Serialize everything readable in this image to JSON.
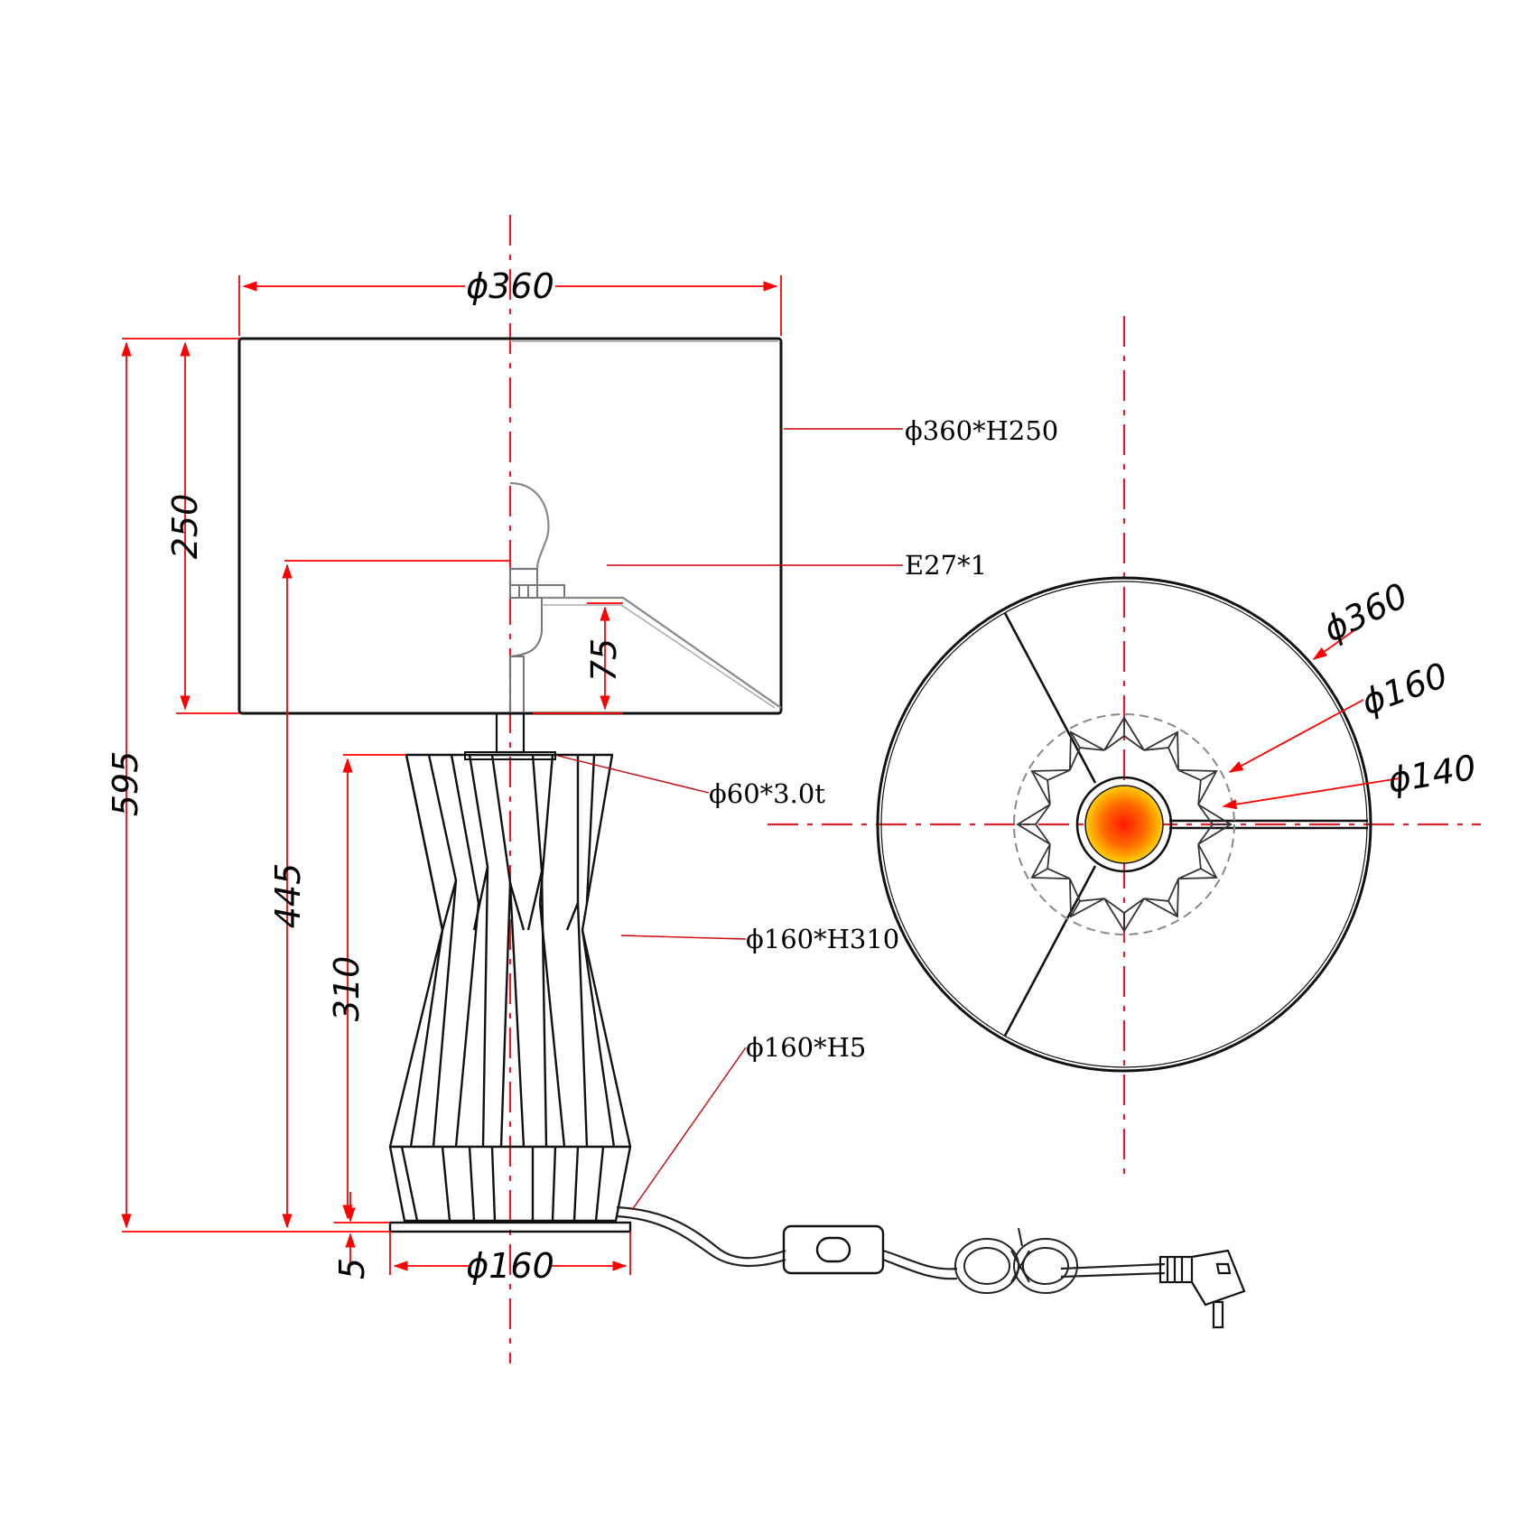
{
  "side_view": {
    "shade_diameter_label": "ϕ360",
    "overall_height_label": "595",
    "shade_height_label": "250",
    "bulb_height_label": "445",
    "socket_offset_label": "75",
    "body_height_label": "310",
    "base_height_label": "5",
    "base_diameter_label": "ϕ160"
  },
  "callouts": {
    "shade": "ϕ360*H250",
    "bulb": "E27*1",
    "tube": "ϕ60*3.0t",
    "body": "ϕ160*H310",
    "base": "ϕ160*H5"
  },
  "top_view": {
    "shade_diameter_label": "ϕ360",
    "body_diameter_label": "ϕ160",
    "inner_diameter_label": "ϕ140"
  },
  "colors": {
    "dimension": "#ff0000",
    "outline": "#111111",
    "bulb_glow_center": "#ff1a00",
    "bulb_glow_edge": "#ffd000"
  }
}
